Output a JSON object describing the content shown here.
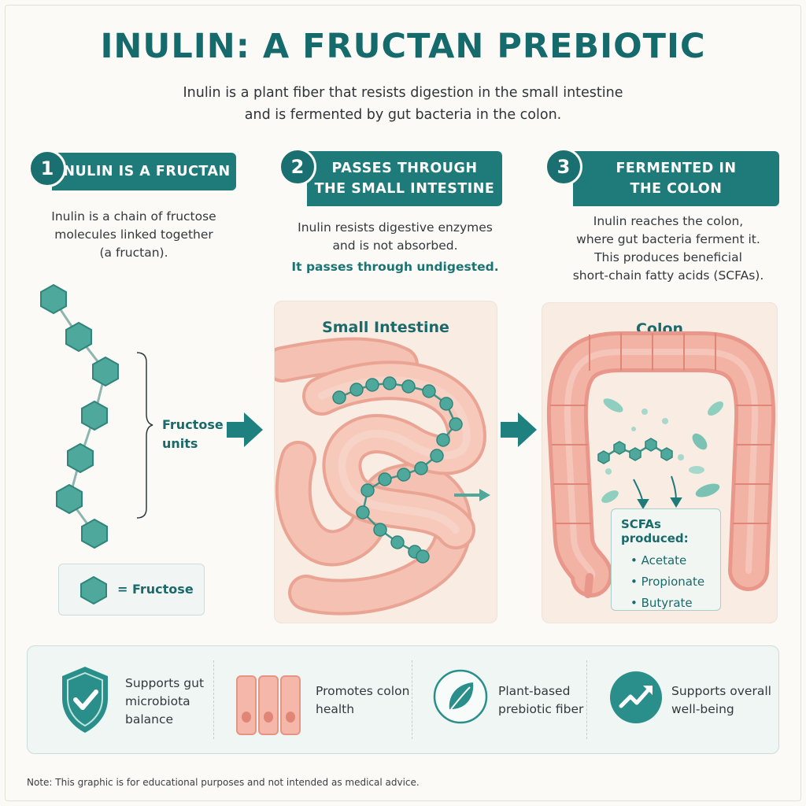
{
  "title": "INULIN: A FRUCTAN PREBIOTIC",
  "subtitle": [
    "Inulin is a plant fiber that resists digestion in the small intestine",
    "and is fermented by gut bacteria in the colon."
  ],
  "steps": [
    {
      "number": "1",
      "label": [
        "INULIN IS A FRUCTAN"
      ],
      "description": [
        "Inulin is a chain of fructose",
        "molecules linked together",
        "(a fructan)."
      ]
    },
    {
      "number": "2",
      "label": [
        "PASSES THROUGH",
        "THE SMALL INTESTINE"
      ],
      "description": [
        "Inulin resists digestive enzymes",
        "and is not absorbed."
      ],
      "highlight": "It passes through undigested.",
      "panel_title": "Small Intestine"
    },
    {
      "number": "3",
      "label": [
        "FERMENTED IN",
        "THE COLON"
      ],
      "description": [
        "Inulin reaches the colon,",
        "where gut bacteria ferment it.",
        "This produces beneficial",
        "short-chain fatty acids (SCFAs)."
      ],
      "panel_title": "Colon"
    }
  ],
  "fructose_units_label": [
    "Fructose",
    "units"
  ],
  "legend_label": "= Fructose",
  "scfa": {
    "title": "SCFAs produced:",
    "items": [
      "• Acetate",
      "• Propionate",
      "• Butyrate"
    ]
  },
  "benefits": [
    {
      "icon": "shield-check-icon",
      "text": [
        "Supports gut",
        "microbiota",
        "balance"
      ]
    },
    {
      "icon": "colon-cells-icon",
      "text": [
        "Promotes colon",
        "health"
      ]
    },
    {
      "icon": "leaf-icon",
      "text": [
        "Plant-based",
        "prebiotic fiber"
      ]
    },
    {
      "icon": "trend-up-icon",
      "text": [
        "Supports overall",
        "well-being"
      ]
    }
  ],
  "note": "Note: This graphic is for educational purposes and not intended as medical advice.",
  "colors": {
    "teal_dark": "#156b6c",
    "teal": "#1f7a7a",
    "hexagon": "#4ea99c",
    "intestine_pink": "#f2b6a8",
    "panel_bg": "#f8ece3"
  }
}
